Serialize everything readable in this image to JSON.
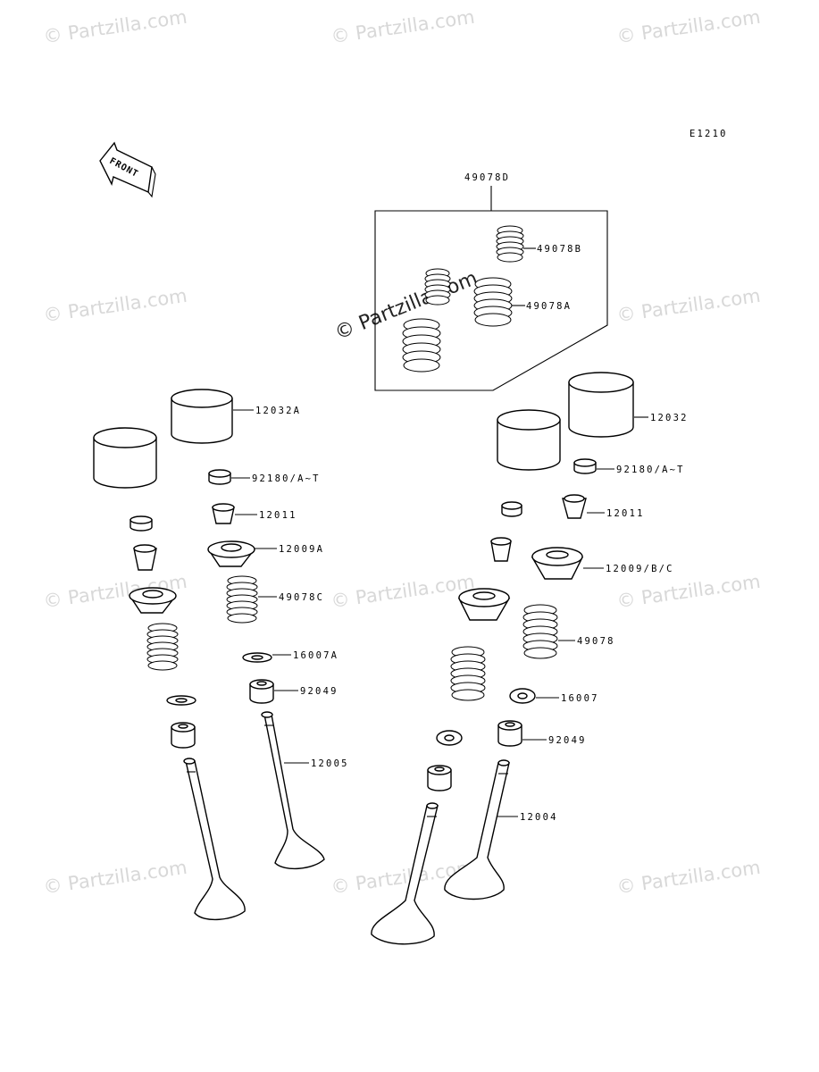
{
  "diagram_code": "E1210",
  "front_arrow_label": "FRONT",
  "watermark_text": "© Partzilla.com",
  "labels": {
    "kit": "49078D",
    "spring_b": "49078B",
    "spring_a": "49078A",
    "tappet_a": "12032A",
    "tappet": "12032",
    "shim_left": "92180/A~T",
    "shim_right": "92180/A~T",
    "cotter_left": "12011",
    "cotter_right": "12011",
    "retainer_a": "12009A",
    "retainer_bc": "12009/B/C",
    "spring_c": "49078C",
    "spring": "49078",
    "seat_a": "16007A",
    "seat": "16007",
    "seal_left": "92049",
    "seal_right": "92049",
    "valve_exhaust": "12005",
    "valve_intake": "12004"
  }
}
